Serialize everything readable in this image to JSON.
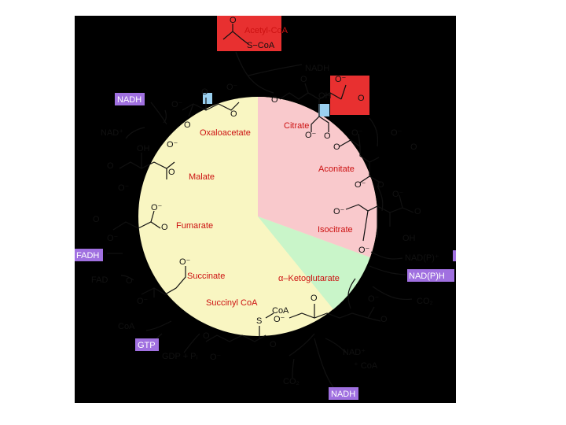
{
  "colors": {
    "background": "#000000",
    "citrate_sector": "#f9c9cc",
    "ketoglutarate_sector": "#c9f5c9",
    "remainder_sector": "#f9f6c2",
    "cofactor_box": "#a070e0",
    "highlight_red": "#e83030",
    "highlight_blue": "#9ad0f0",
    "metabolite_text": "#cc1111"
  },
  "metabolites": {
    "acetyl_coa": "Acetyl-CoA",
    "acetyl_coa_s": "S−CoA",
    "citrate": "Citrate",
    "aconitate": "Aconitate",
    "isocitrate": "Isocitrate",
    "ketoglutarate": "α–Ketoglutarate",
    "succinyl_coa": "Succinyl CoA",
    "succinyl_coa_s": "S",
    "succinyl_coa_coa": "CoA",
    "succinate": "Succinate",
    "fumarate": "Fumarate",
    "malate": "Malate",
    "oxaloacetate": "Oxaloacetate"
  },
  "cofactors": {
    "nadh_top_left": "NADH",
    "nad_left": "NAD⁺",
    "nadh_top_right": "NADH",
    "nadp_in": "NAD(P)⁺",
    "nadph_out": "NAD(P)H",
    "co2_right": "CO₂",
    "nad_bottom": "NAD⁺",
    "coa_bottom": "⁺ CoA",
    "co2_bottom": "CO₂",
    "nadh_bottom": "NADH",
    "gdp_pi": "GDP + Pᵢ",
    "gtp": "GTP",
    "coa_left": "CoA",
    "fad": "FAD",
    "fadh": "FADH",
    "o_fragment": "O"
  },
  "atoms": {
    "o": "O",
    "o_minus": "O⁻",
    "oh": "OH"
  }
}
